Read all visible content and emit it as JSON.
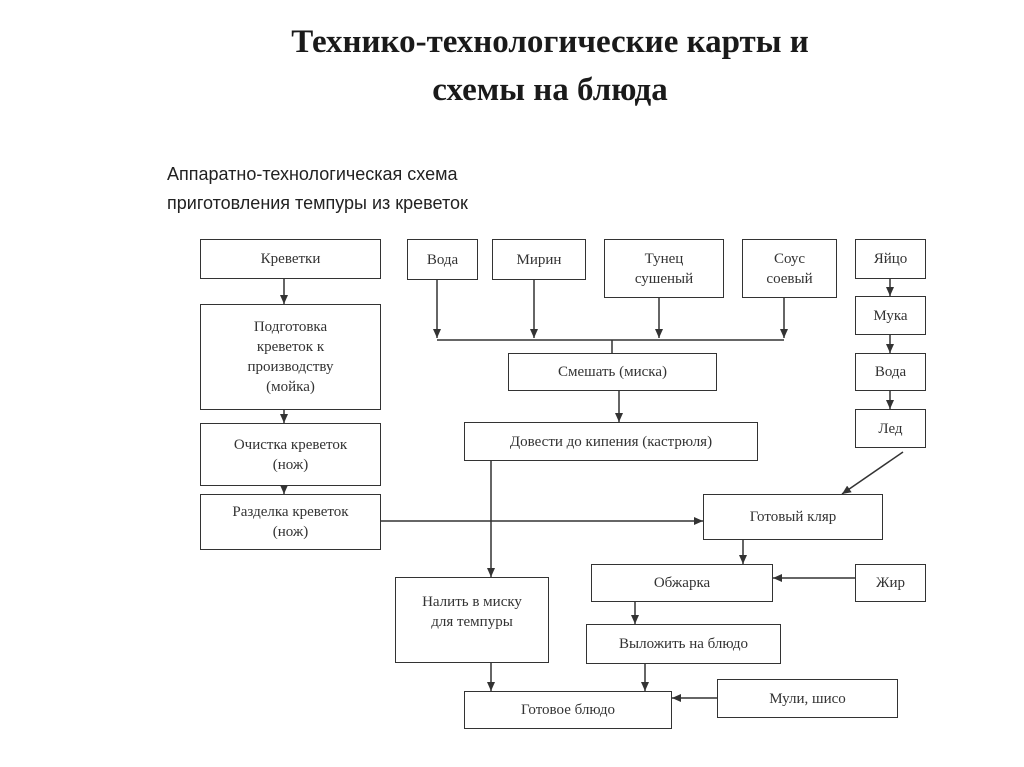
{
  "slide": {
    "title_line1": "Технико-технологические карты и",
    "title_line2": "схемы на блюда",
    "subtitle_line1": "Аппаратно-технологическая схема",
    "subtitle_line2": "приготовления темпуры из креветок"
  },
  "nodes": {
    "krevetki": "Креветки",
    "voda": "Вода",
    "mirin": "Мирин",
    "tunets": "Тунец\nсушеный",
    "sous": "Соус\nсоевый",
    "yaytso": "Яйцо",
    "muka": "Мука",
    "voda2": "Вода",
    "led": "Лед",
    "podgotovka": "Подготовка\nкреветок к\nпроизводству\n(мойка)",
    "smeshat": "Смешать (миска)",
    "dovesti": "Довести до кипения (кастрюля)",
    "ochistka": "Очистка креветок\n(нож)",
    "razdelka": "Разделка креветок\n(нож)",
    "klyar": "Готовый кляр",
    "obzharka": "Обжарка",
    "zhir": "Жир",
    "nalit": "Налить в миску\nдля темпуры",
    "vylozhit": "Выложить на блюдо",
    "muli": "Мули, шисо",
    "gotovoe": "Готовое блюдо"
  }
}
